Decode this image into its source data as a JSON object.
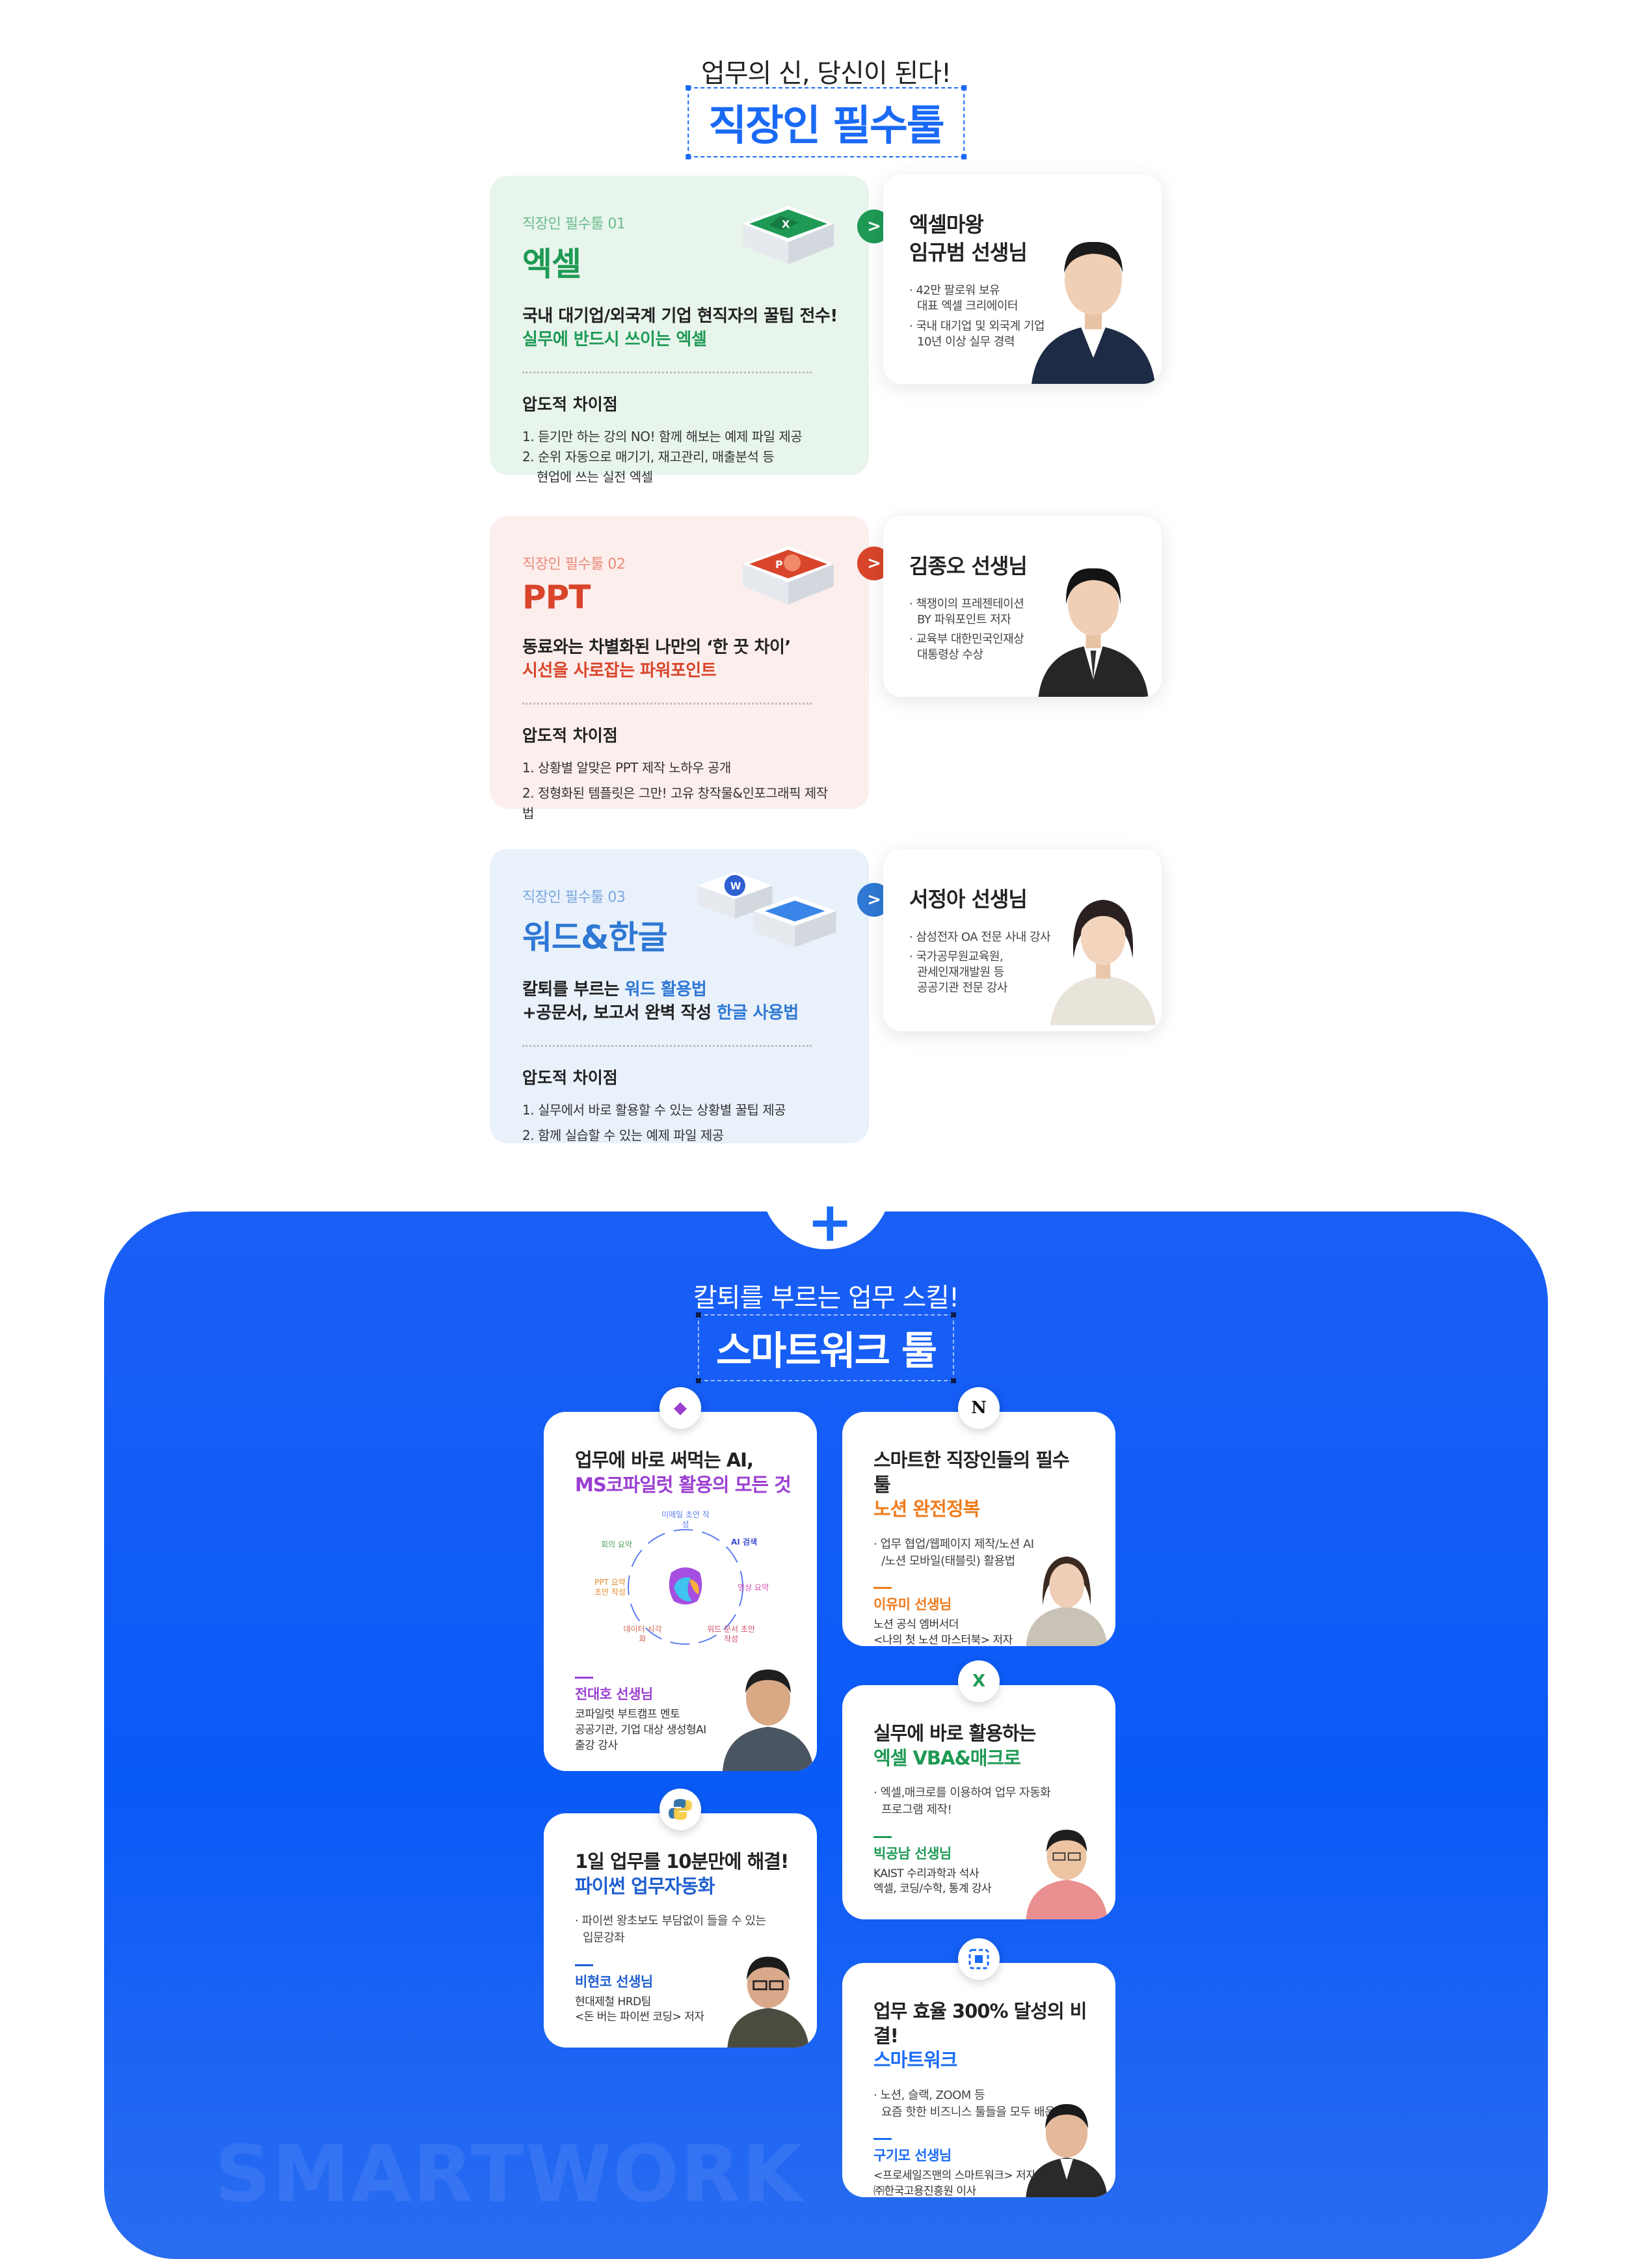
{
  "header": {
    "subtitle": "업무의 신, 당신이 된다!",
    "title": "직장인 필수툴"
  },
  "tools": [
    {
      "eyebrow": "직장인 필수툴 01",
      "name": "엑셀",
      "desc_line1": "국내 대기업/외국계 기업 현직자의 꿀팁 전수!",
      "desc_line2": "실무에 반드시 쓰이는 엑셀",
      "diff_title": "압도적 차이점",
      "diff_items": [
        "1. 듣기만 하는 강의 NO! 함께 해보는 예제 파일 제공",
        "2. 순위 자동으로 매기기, 재고관리, 매출분석 등",
        "현업에 쓰는 실전 엑셀"
      ],
      "teacher_name_line1": "엑셀마왕",
      "teacher_name_line2": "임규범 선생님",
      "teacher_points": [
        "· 42만 팔로워 보유",
        "대표 엑셀 크리에이터",
        "· 국내 대기업 및 외국계 기업",
        "10년 이상 실무 경력"
      ],
      "arrow": ">",
      "accent": "#1f9a55",
      "bg": "#e8f5ec"
    },
    {
      "eyebrow": "직장인 필수툴 02",
      "name": "PPT",
      "desc_line1": "동료와는 차별화된 나만의 ‘한 끗 차이’",
      "desc_line2": "시선을 사로잡는 파워포인트",
      "diff_title": "압도적 차이점",
      "diff_items": [
        "1. 상황별 알맞은 PPT 제작 노하우 공개",
        "2. 정형화된 템플릿은 그만! 고유 창작물&인포그래픽 제작법"
      ],
      "teacher_name_line1": "김종오 선생님",
      "teacher_points": [
        "· 책쟁이의 프레젠테이션",
        "BY 파워포인트 저자",
        "· 교육부 대한민국인재상",
        "대통령상 수상"
      ],
      "arrow": ">",
      "accent": "#d9452b",
      "bg": "#fbeeec"
    },
    {
      "eyebrow": "직장인 필수툴 03",
      "name": "워드&한글",
      "desc_line1_a": "칼퇴를 부르는 ",
      "desc_line1_b": "워드 활용법",
      "desc_line2_a": "+공문서, 보고서 완벽 작성 ",
      "desc_line2_b": "한글 사용법",
      "diff_title": "압도적 차이점",
      "diff_items": [
        "1. 실무에서 바로 활용할 수 있는 상황별 꿀팁 제공",
        "2. 함께 실습할 수 있는 예제 파일 제공"
      ],
      "teacher_name_line1": "서정아 선생님",
      "teacher_points": [
        "· 삼성전자 OA 전문 사내 강사",
        "· 국가공무원교육원,",
        "관세인재개발원 등",
        "공공기관 전문 강사"
      ],
      "arrow": ">",
      "accent": "#2f78d4",
      "bg": "#e9f1fb"
    }
  ],
  "plus": "+",
  "smartwork": {
    "subtitle": "칼퇴를 부르는 업무 스킬!",
    "title": "스마트워크 툴",
    "bg_word": "SMARTWORK",
    "cards": [
      {
        "line1": "업무에 바로 써먹는 AI,",
        "line2": "MS코파일럿 활용의 모든 것",
        "accent": "#9b3fd1",
        "diagram": [
          "이메일 초안 작성",
          "AI 검색",
          "영상 요약",
          "워드 문서 초안 작성",
          "데이터 시각화",
          "PPT 요약 초안 작성",
          "회의 요약"
        ],
        "teacher_name": "전대호 선생님",
        "teacher_lines": [
          "코파일럿 부트캠프 멘토",
          "공공기관, 기업 대상 생성형AI",
          "출강 강사"
        ]
      },
      {
        "line1": "스마트한 직장인들의 필수 툴",
        "line2": "노션 완전정복",
        "accent": "#ef7b1a",
        "icon": "N",
        "point_lines": [
          "· 업무 협업/웹페이지 제작/노션 AI",
          "/노션 모바일(태블릿) 활용법"
        ],
        "teacher_name": "이유미 선생님",
        "teacher_lines": [
          "노션 공식 엠버서더",
          "<나의 첫 노션 마스터북> 저자"
        ]
      },
      {
        "line1": "실무에 바로 활용하는",
        "line2": "엑셀 VBA&매크로",
        "accent": "#1f9a55",
        "icon": "X",
        "point_lines": [
          "· 엑셀,매크로를 이용하여 업무 자동화",
          "프로그램 제작!"
        ],
        "teacher_name": "빅공남 선생님",
        "teacher_lines": [
          "KAIST 수리과학과 석사",
          "엑셀, 코딩/수학, 통계 강사"
        ]
      },
      {
        "line1": "1일 업무를 10분만에 해결!",
        "line2": "파이썬 업무자동화",
        "accent": "#1f5fd0",
        "point_lines": [
          "· 파이썬 왕초보도 부담없이 들을 수 있는",
          "입문강좌"
        ],
        "teacher_name": "비현코 선생님",
        "teacher_lines": [
          "현대제철 HRD팀",
          "<돈 버는 파이썬 코딩> 저자"
        ]
      },
      {
        "line1": "업무 효율 300% 달성의 비결!",
        "line2": "스마트워크",
        "accent": "#1a6af5",
        "point_lines": [
          "· 노션, 슬랙, ZOOM 등",
          "요즘 핫한 비즈니스 툴들을 모두 배운다!"
        ],
        "teacher_name": "구기모 선생님",
        "teacher_lines": [
          "<프로세일즈맨의 스마트워크> 저자",
          "㈜한국고용진흥원 이사"
        ]
      }
    ]
  }
}
